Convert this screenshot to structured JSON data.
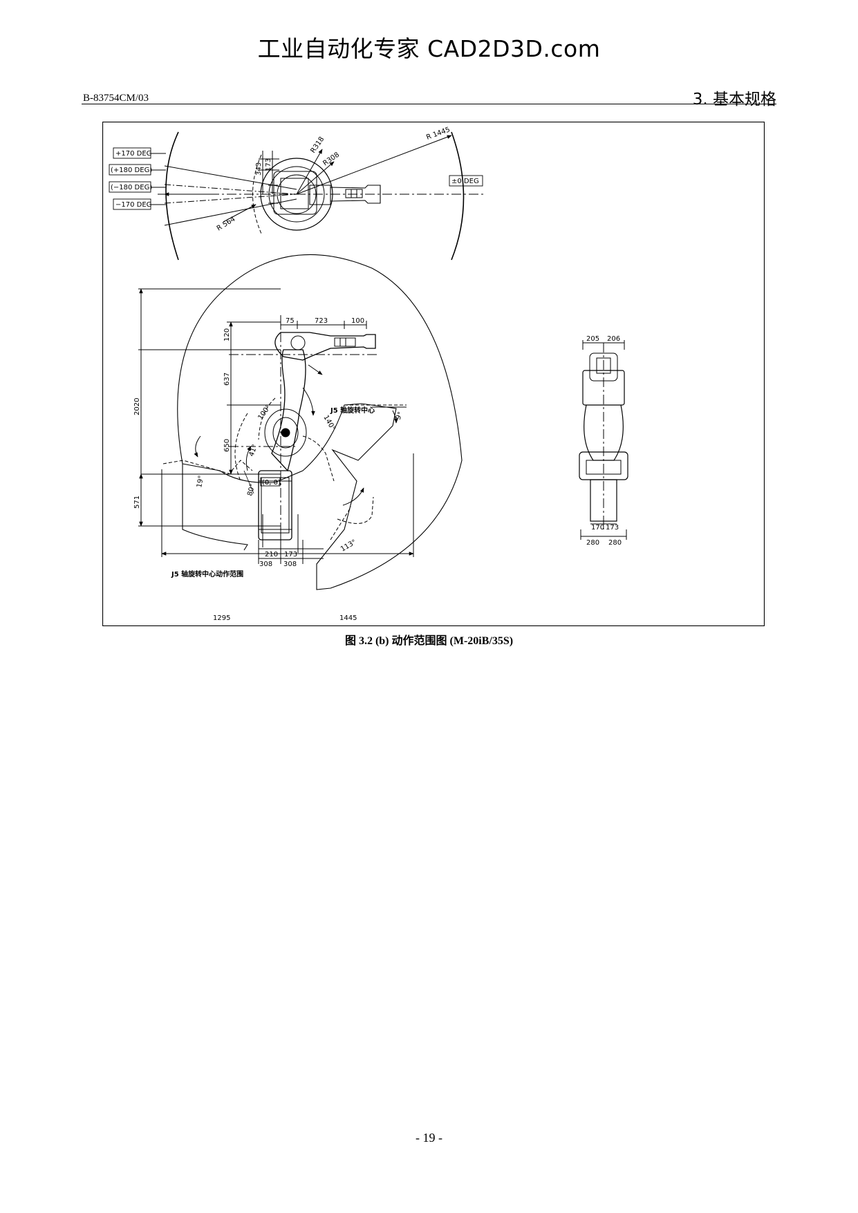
{
  "watermark": "工业自动化专家 CAD2D3D.com",
  "header": {
    "doc_id": "B-83754CM/03",
    "section": "3. 基本规格"
  },
  "drawing": {
    "top_view": {
      "deg_labels": [
        "+170 DEG",
        "(+180 DEG)",
        "(−180 DEG)",
        "−170 DEG",
        "±0 DEG"
      ],
      "radius_labels": [
        "R 1445",
        "R318",
        "R308",
        "R 564"
      ],
      "dims": [
        "343",
        "173"
      ]
    },
    "side_view": {
      "top_dims": [
        "75",
        "723",
        "100"
      ],
      "vertical_dims": [
        "120",
        "637",
        "650",
        "2020",
        "571"
      ],
      "angles": [
        "100°",
        "41°",
        "140°",
        "9°",
        "19°",
        "80°",
        "113°"
      ],
      "origin": "(0, 0)",
      "base_dims": [
        "210",
        "173",
        "308",
        "308"
      ],
      "bottom_dims": [
        "1295",
        "1445"
      ],
      "j5_center_label": "J5 轴旋转中心",
      "j5_range_label": "J5 轴旋转中心动作范围"
    },
    "front_view": {
      "top_dims": [
        "205",
        "206"
      ],
      "mid_dims": [
        "170",
        "173"
      ],
      "bottom_dims": [
        "280",
        "280"
      ]
    }
  },
  "caption": {
    "prefix": "图 3.2 (b)",
    "text": "动作范围图",
    "model": "(M-20iB/35S)"
  },
  "page_number": "- 19 -"
}
